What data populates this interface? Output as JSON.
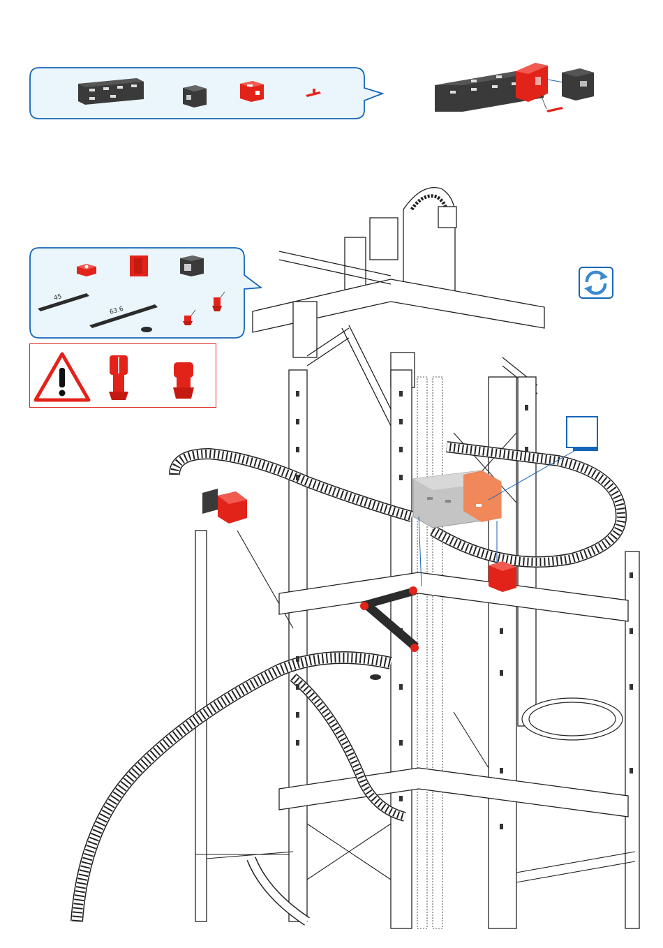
{
  "parts_callout_1": {
    "parts": [
      "black-beam-block",
      "black-cube-block",
      "red-angle-block",
      "red-pin-connector"
    ]
  },
  "parts_callout_2": {
    "parts": [
      "red-square-plate",
      "red-angle-bracket",
      "black-cube-block",
      "black-strut",
      "black-strut",
      "red-bushing",
      "red-bushing",
      "black-washer"
    ],
    "strut_labels": {
      "short": "45",
      "long": "63.6"
    }
  },
  "warning": {
    "icon": "warning-triangle-icon"
  },
  "rotate_button": {
    "icon": "rotate-icon"
  },
  "colors": {
    "accent_blue": "#1565b8",
    "callout_fill": "#eaf6fb",
    "part_red": "#e2231a",
    "part_black": "#3a3a3a",
    "ghost_grey": "#b5b5b5",
    "ghost_orange": "#f0885a"
  }
}
